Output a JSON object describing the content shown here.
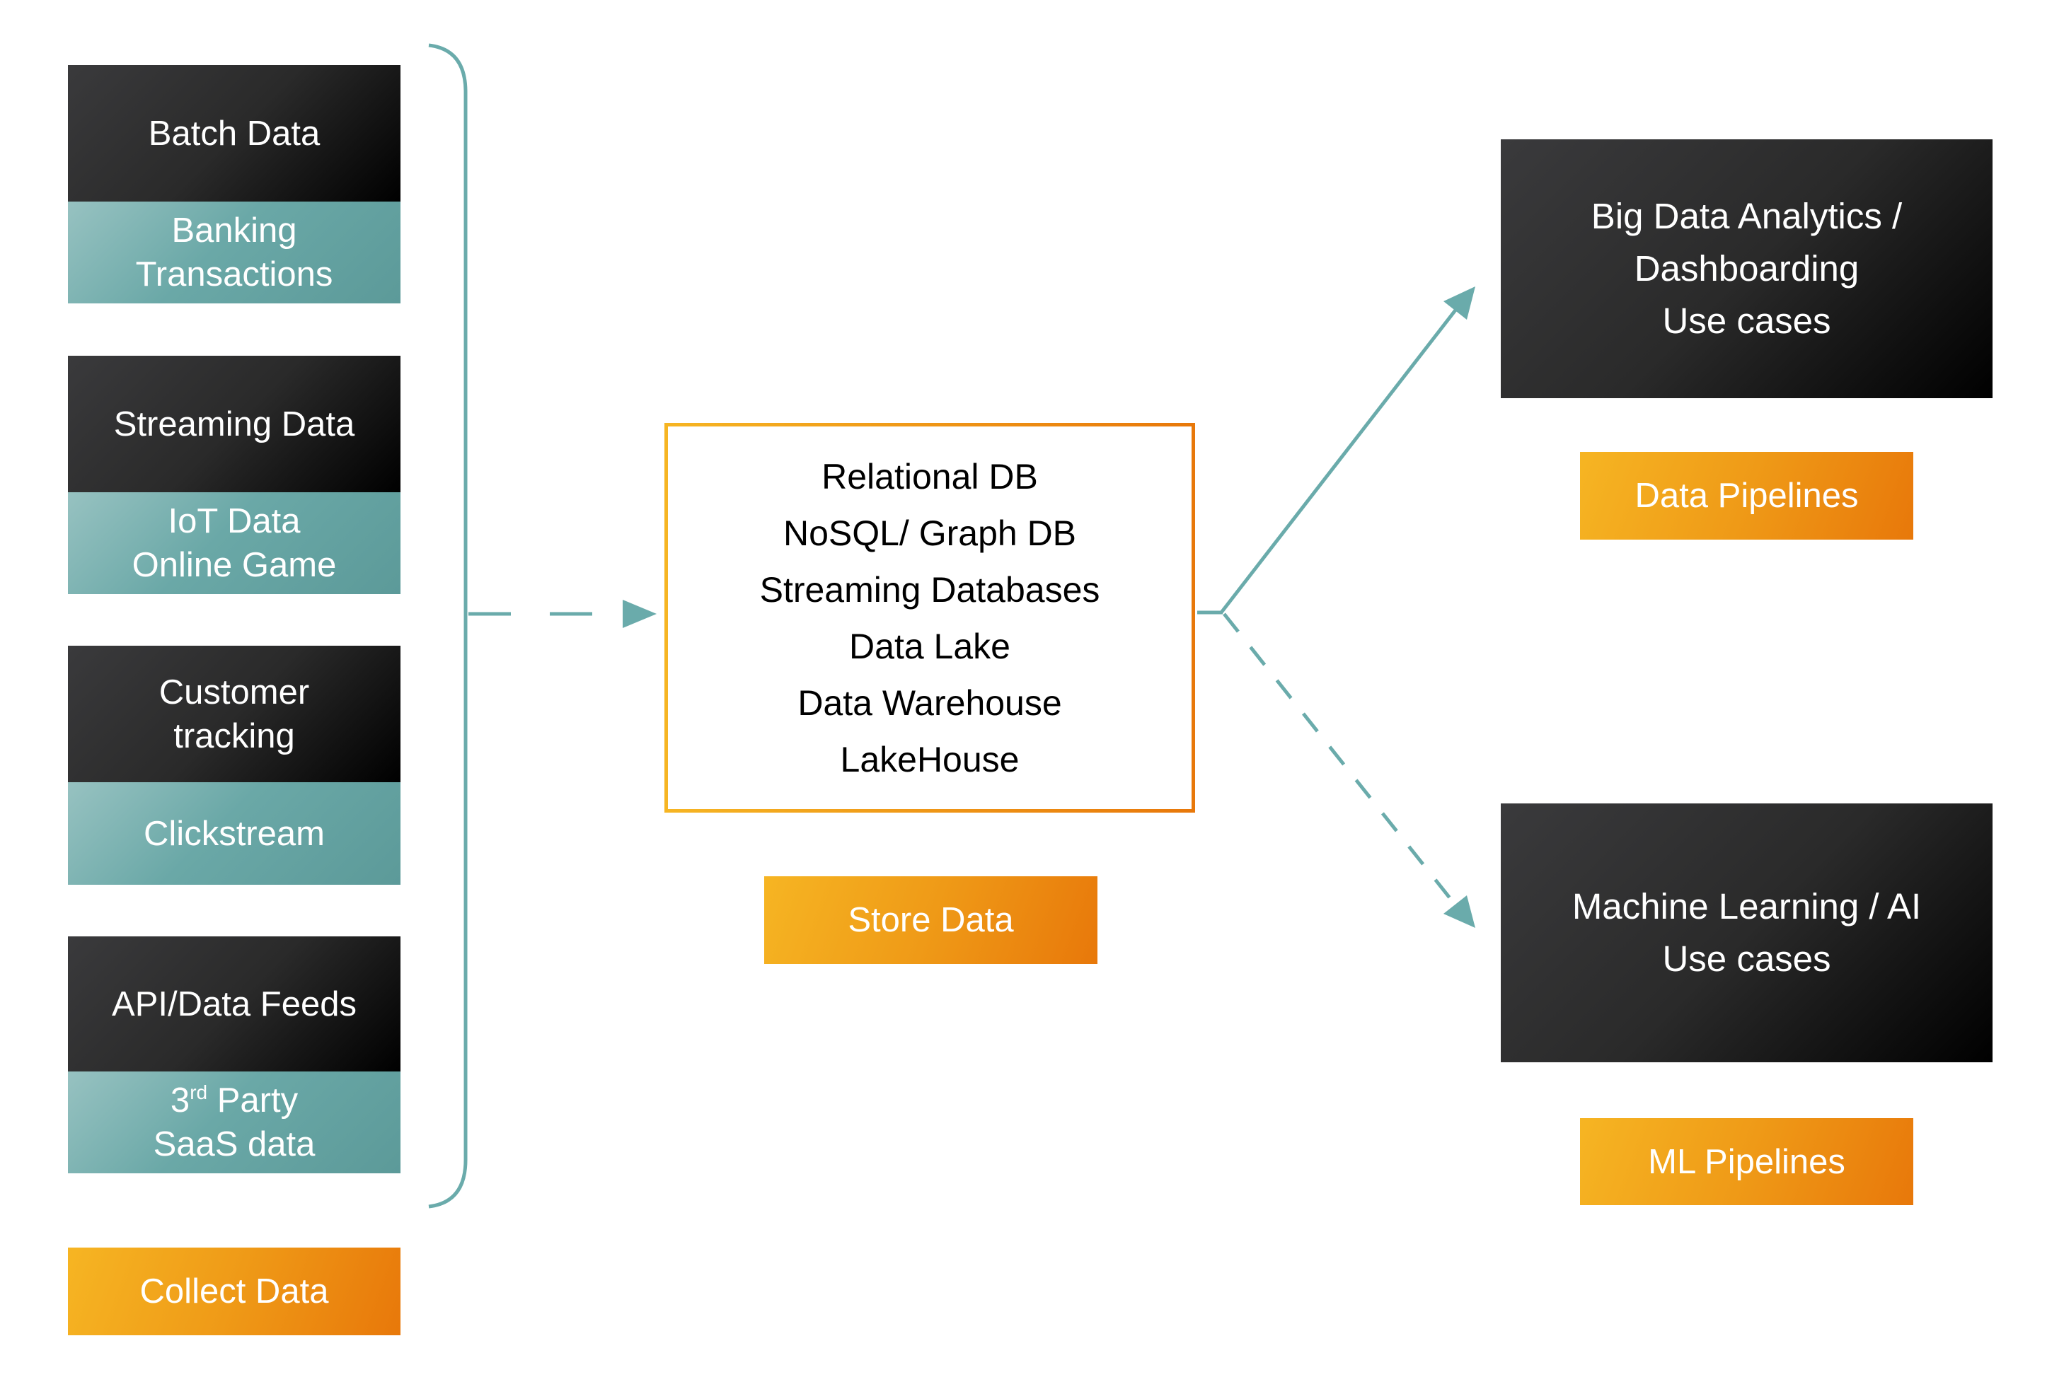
{
  "sources": [
    {
      "title": "Batch Data",
      "examples": [
        "Banking",
        "Transactions"
      ]
    },
    {
      "title": "Streaming Data",
      "examples": [
        "IoT Data",
        "Online Game"
      ]
    },
    {
      "title_lines": [
        "Customer",
        "tracking"
      ],
      "examples": [
        "Clickstream"
      ]
    },
    {
      "title": "API/Data Feeds",
      "examples_sup": {
        "num": "3",
        "sup": "rd",
        "rest": " Party"
      },
      "examples": [
        "SaaS data"
      ]
    }
  ],
  "stages": {
    "collect": "Collect Data",
    "store": "Store Data",
    "data_pipelines": "Data Pipelines",
    "ml_pipelines": "ML Pipelines"
  },
  "storage": {
    "items": [
      "Relational DB",
      "NoSQL/ Graph DB",
      "Streaming Databases",
      "Data Lake",
      "Data Warehouse",
      "LakeHouse"
    ]
  },
  "use_cases": {
    "analytics": [
      "Big Data Analytics /",
      "Dashboarding",
      "Use cases"
    ],
    "ml": [
      "Machine Learning / AI",
      "Use cases"
    ]
  },
  "colors": {
    "teal": "#6aabab",
    "orange_start": "#f6b523",
    "orange_end": "#e8780a",
    "dark": "#2b2b2b"
  }
}
